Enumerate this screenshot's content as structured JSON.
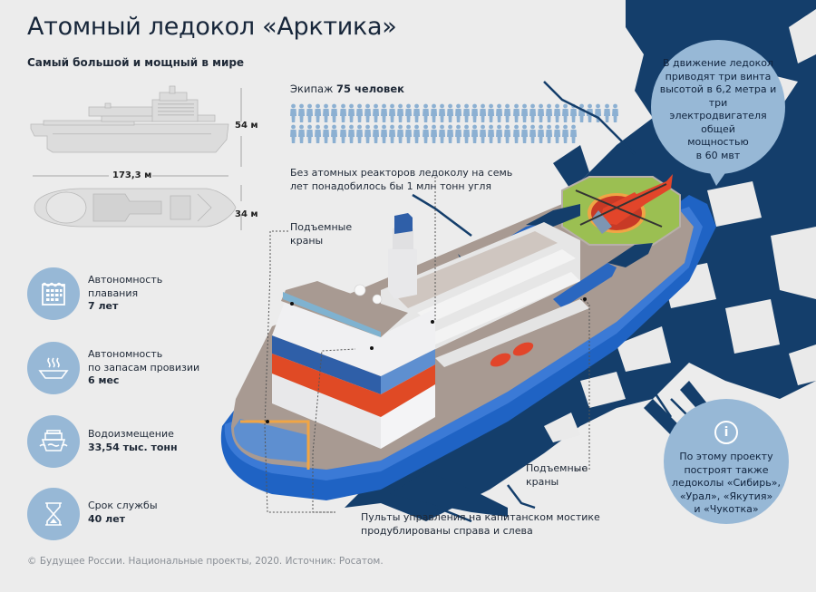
{
  "header": {
    "title": "Атомный ледокол «Арктика»",
    "subtitle": "Самый большой и мощный в мире"
  },
  "dimensions": {
    "height_label": "54 м",
    "length_label": "173,3 м",
    "width_label": "34 м"
  },
  "stats": [
    {
      "icon": "calendar-icon",
      "label_lines": [
        "Автономность",
        "плавания"
      ],
      "value": "7 лет"
    },
    {
      "icon": "food-bowl-icon",
      "label_lines": [
        "Автономность",
        "по запасам провизии"
      ],
      "value": "6 мес"
    },
    {
      "icon": "ship-displacement-icon",
      "label_lines": [
        "Водоизмещение"
      ],
      "value": "33,54 тыс. тонн"
    },
    {
      "icon": "hourglass-icon",
      "label_lines": [
        "Срок службы"
      ],
      "value": "40 лет"
    }
  ],
  "crew": {
    "prefix": "Экипаж ",
    "count_label": "75 человек",
    "count": 75,
    "row1": 40,
    "row2": 35
  },
  "notes": {
    "coal_line1": "Без атомных реакторов ледоколу на семь",
    "coal_line2": "лет понадобилось бы 1 млн тонн угля",
    "cranes_top_line1": "Подъемные",
    "cranes_top_line2": "краны",
    "cranes_bottom_line1": "Подъемные",
    "cranes_bottom_line2": "краны",
    "controls_line1": "Пульты управления на капитанском мостике",
    "controls_line2": "продублированы справа и слева"
  },
  "bubble_propulsion": {
    "lines": [
      "В движение ледокол",
      "приводят три винта",
      "высотой в 6,2 метра и три",
      "электродвигателя общей",
      "мощностью",
      "в 60 мвт"
    ]
  },
  "bubble_info": {
    "icon": "info-icon",
    "icon_glyph": "i",
    "lines": [
      "По этому проекту",
      "построят также",
      "ледоколы «Сибирь»,",
      "«Урал», «Якутия»",
      "и «Чукотка»"
    ]
  },
  "footer": {
    "text": "© Будущее России. Национальные проекты, 2020. Источник: Росатом."
  },
  "colors": {
    "background": "#ececec",
    "circle_blue": "#97b8d6",
    "ice_dark": "#143e6b",
    "hull_blue": "#1f63c4",
    "deck_brown": "#a89a92",
    "flag_red": "#e04a25",
    "flag_blue": "#2f5fa8",
    "helipad_green": "#9bbf52",
    "helicopter_red": "#e2452a",
    "crane_orange": "#f0a545",
    "person_blue": "#8cb0d2"
  }
}
